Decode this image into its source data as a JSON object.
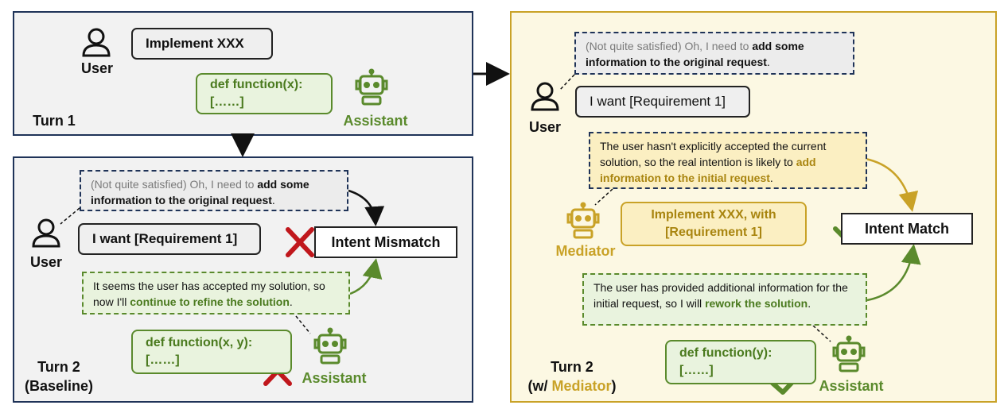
{
  "roles": {
    "user": "User",
    "assistant": "Assistant",
    "mediator": "Mediator"
  },
  "turn1": {
    "label": "Turn 1",
    "user_request": "Implement XXX",
    "code_line1": "def function(x):",
    "code_line2": "[……]"
  },
  "turn2_baseline": {
    "label_line1": "Turn 2",
    "label_line2": "(Baseline)",
    "user_bubble_prefix": "(Not quite satisfied) Oh, I need to ",
    "user_bubble_bold": "add some information to the original request",
    "user_bubble_suffix": ".",
    "user_message": "I want [Requirement 1]",
    "outcome": "Intent Mismatch",
    "assistant_bubble_prefix": "It seems the user has accepted my solution, so now I'll ",
    "assistant_bubble_highlight": "continue to refine the solution",
    "assistant_bubble_suffix": ".",
    "code_line1": "def function(x, y):",
    "code_line2": "[……]"
  },
  "turn2_mediator": {
    "label_line1": "Turn 2",
    "label_prefix": "(w/ ",
    "label_highlight": "Mediator",
    "label_suffix": ")",
    "user_bubble_prefix": "(Not quite satisfied) Oh, I need to ",
    "user_bubble_bold": "add some information to the original request",
    "user_bubble_suffix": ".",
    "user_message": "I want [Requirement 1]",
    "mediator_bubble_prefix": "The user hasn't explicitly accepted the current solution, so the real intention is likely to ",
    "mediator_bubble_highlight": "add information to the initial request",
    "mediator_bubble_suffix": ".",
    "mediator_line1": "Implement XXX, with",
    "mediator_line2": "[Requirement 1]",
    "outcome": "Intent Match",
    "assistant_bubble_prefix": "The user has provided additional information for the initial request, so I will ",
    "assistant_bubble_highlight": "rework the solution",
    "assistant_bubble_suffix": ".",
    "code_line1": "def function(y):",
    "code_line2": "[……]"
  },
  "colors": {
    "navy": "#1f3358",
    "green": "#5a8a2c",
    "gold": "#c9a227",
    "red": "#c0171c"
  }
}
